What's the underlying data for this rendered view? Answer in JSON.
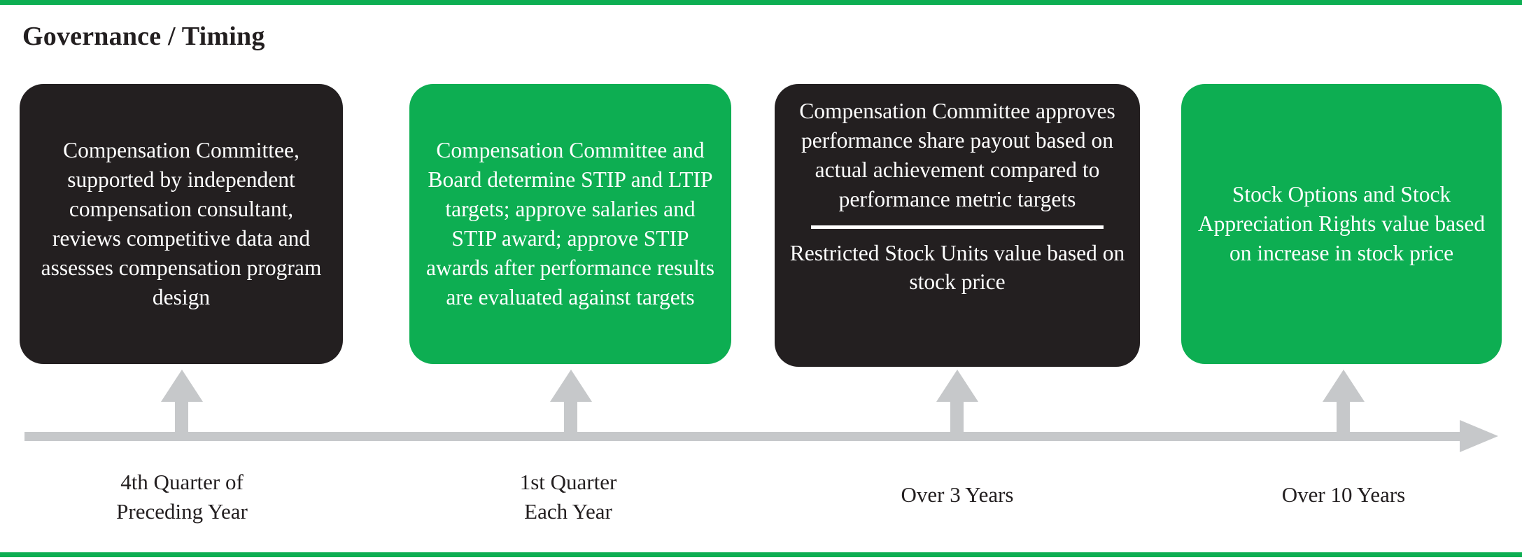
{
  "page": {
    "title": "Governance / Timing",
    "accent_color": "#0DAE52",
    "dark_color": "#231f20",
    "timeline_color": "#c6c8ca",
    "background": "#ffffff"
  },
  "cards": [
    {
      "id": "governance-timing-card-1",
      "style": "dark",
      "text": "Compensation Committee, supported by independent compensation consultant, reviews competitive data and assesses compensation program design"
    },
    {
      "id": "governance-timing-card-2",
      "style": "green",
      "text": "Compensation Committee and Board determine STIP and LTIP targets; approve salaries and STIP award; approve STIP awards after performance results are evaluated against targets"
    },
    {
      "id": "governance-timing-card-3",
      "style": "dark",
      "text": "Compensation Committee approves performance share payout based on actual achievement compared to performance metric targets",
      "text_secondary": "Restricted Stock Units value based on stock price",
      "has_divider": true
    },
    {
      "id": "governance-timing-card-4",
      "style": "green",
      "text": "Stock Options and Stock Appreciation Rights value based on increase in stock price"
    }
  ],
  "timeline": {
    "direction_icon": "right-arrow-icon",
    "ticks": [
      {
        "id": "tick-1",
        "label": "4th Quarter of\nPreceding Year",
        "icon": "up-arrow-icon"
      },
      {
        "id": "tick-2",
        "label": "1st Quarter\nEach Year",
        "icon": "up-arrow-icon"
      },
      {
        "id": "tick-3",
        "label": "Over 3 Years",
        "icon": "up-arrow-icon"
      },
      {
        "id": "tick-4",
        "label": "Over 10 Years",
        "icon": "up-arrow-icon"
      }
    ]
  }
}
